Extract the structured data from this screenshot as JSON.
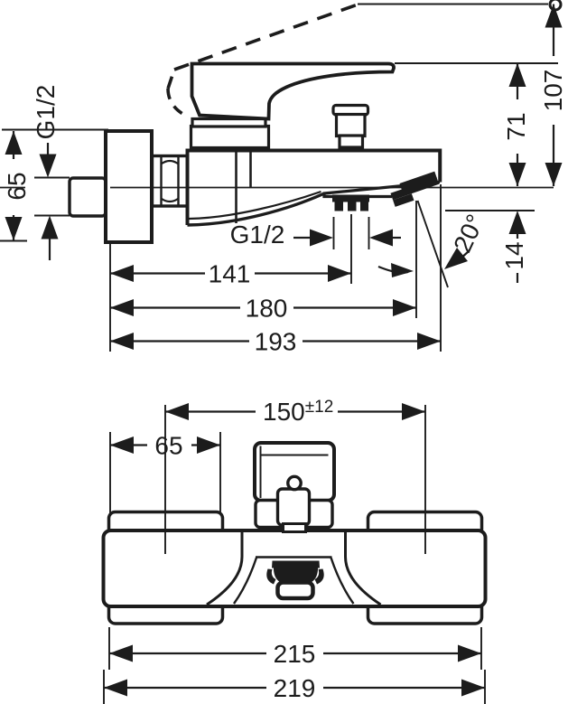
{
  "drawing": {
    "background": "#ffffff",
    "line_color": "#1c1c1c",
    "side_view": {
      "labels": {
        "inlet_thread": "G1/2",
        "escutcheon_diameter": "65",
        "outlet_thread": "G1/2",
        "wall_to_outlet": "141",
        "wall_to_aerator": "180",
        "total_projection": "193",
        "handle_height": "71",
        "max_height_open": "107",
        "spout_angle": "20°",
        "aerator_drop": "14"
      }
    },
    "front_view": {
      "labels": {
        "connection_centers": "150",
        "connection_tolerance": "±12",
        "escutcheon_width": "65",
        "body_width": "215",
        "total_width": "219"
      }
    }
  }
}
